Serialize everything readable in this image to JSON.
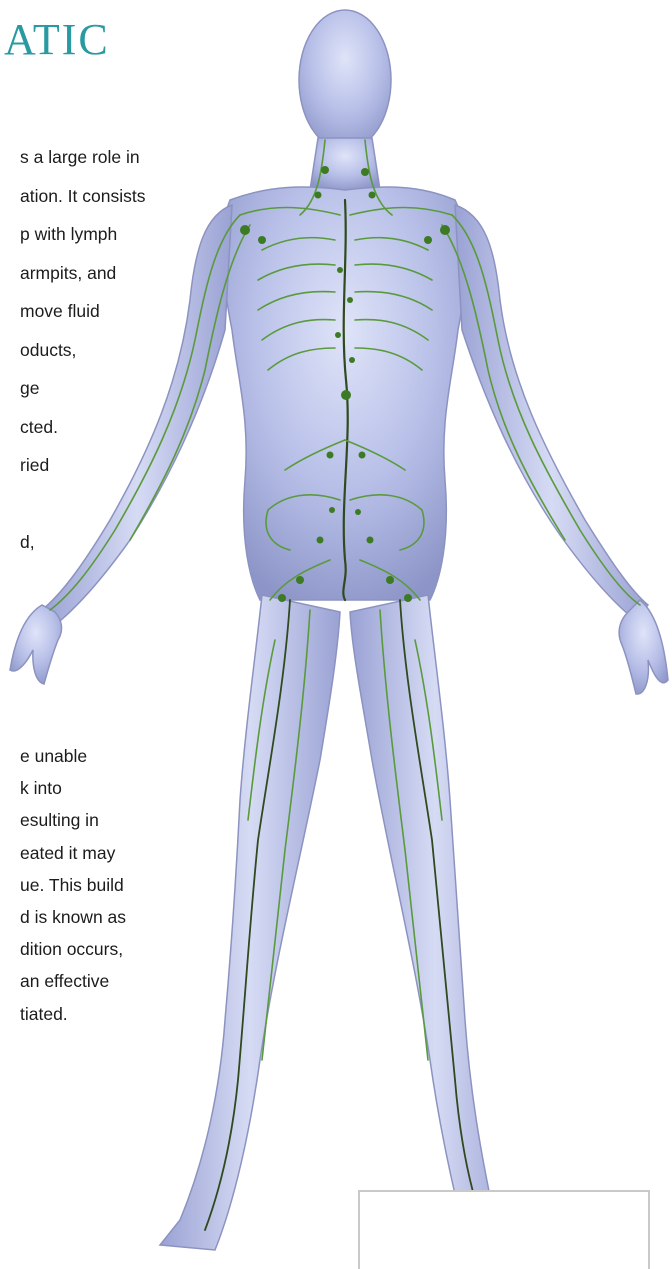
{
  "title": "ATIC",
  "paragraph_1": [
    "s a large role in",
    "ation. It consists",
    "p with lymph",
    " armpits, and",
    "move fluid",
    "oducts,",
    "ge",
    "cted.",
    "ried",
    "",
    "d,"
  ],
  "paragraph_2": [
    "e unable",
    "k into",
    "esulting in",
    "eated it may",
    "ue. This build",
    "d is known as",
    "dition occurs,",
    " an effective",
    "tiated."
  ],
  "colors": {
    "title": "#2a9aa2",
    "body": "#b8c0e6",
    "lymph_vessel": "#5a9a3c",
    "lymph_node": "#3d7a24",
    "text": "#1c1c1c"
  }
}
